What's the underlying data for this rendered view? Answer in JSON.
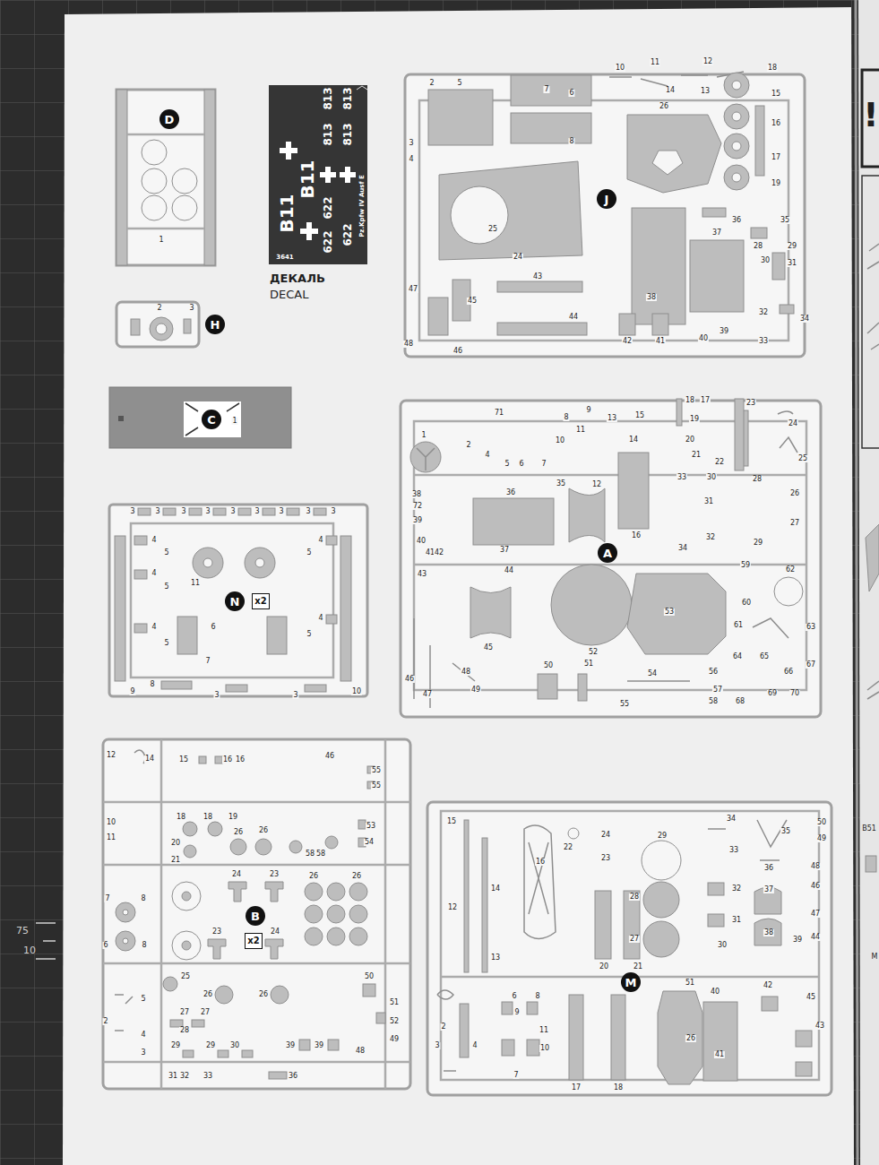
{
  "diagram": {
    "nodes": [
      {
        "text": [
          "D"
        ]
      },
      {
        "text": [
          "B11",
          "B11",
          "813",
          "813",
          "813",
          "813",
          "622",
          "622",
          "622",
          "3641",
          "Pz.Kpfw IV Ausf E"
        ]
      },
      {
        "text": [
          "H"
        ]
      },
      {
        "text": [
          "C"
        ]
      },
      {
        "text": [
          "N"
        ]
      },
      {
        "text": [
          "x2"
        ]
      },
      {
        "text": [
          "J"
        ]
      },
      {
        "text": [
          "A"
        ]
      },
      {
        "text": [
          "B"
        ]
      },
      {
        "text": [
          "x2"
        ]
      },
      {
        "text": [
          "M"
        ]
      }
    ],
    "labels": [
      "ДЕКАЛЬ",
      "DECAL",
      "!",
      "75",
      "10",
      "B51",
      "M",
      "1",
      "2",
      "3",
      "1",
      "3",
      "3",
      "3",
      "3",
      "3",
      "3",
      "3",
      "3",
      "3",
      "4",
      "5",
      "4",
      "5",
      "4",
      "5",
      "4",
      "5",
      "4",
      "5",
      "11",
      "7",
      "6",
      "9",
      "8",
      "10",
      "3",
      "3",
      "2",
      "5",
      "3",
      "4",
      "7",
      "6",
      "8",
      "10",
      "11",
      "12",
      "13",
      "14",
      "18",
      "15",
      "16",
      "17",
      "19",
      "26",
      "25",
      "24",
      "43",
      "44",
      "47",
      "45",
      "48",
      "46",
      "42",
      "41",
      "38",
      "37",
      "36",
      "35",
      "28",
      "29",
      "30",
      "31",
      "32",
      "34",
      "40",
      "39",
      "33",
      "1",
      "2",
      "71",
      "4",
      "5",
      "6",
      "7",
      "8",
      "9",
      "10",
      "11",
      "13",
      "15",
      "14",
      "18",
      "17",
      "19",
      "20",
      "21",
      "22",
      "23",
      "24",
      "25",
      "26",
      "27",
      "28",
      "29",
      "30",
      "31",
      "32",
      "33",
      "34",
      "12",
      "16",
      "35",
      "36",
      "37",
      "38",
      "72",
      "39",
      "40",
      "41",
      "42",
      "43",
      "44",
      "45",
      "52",
      "53",
      "59",
      "60",
      "61",
      "62",
      "63",
      "64",
      "65",
      "66",
      "67",
      "68",
      "69",
      "70",
      "46",
      "47",
      "48",
      "49",
      "50",
      "51",
      "54",
      "55",
      "56",
      "57",
      "58",
      "12",
      "14",
      "15",
      "16",
      "16",
      "46",
      "55",
      "55",
      "53",
      "54",
      "18",
      "18",
      "19",
      "20",
      "21",
      "26",
      "26",
      "58",
      "58",
      "7",
      "8",
      "24",
      "23",
      "23",
      "24",
      "26",
      "26",
      "6",
      "8",
      "25",
      "26",
      "26",
      "27",
      "27",
      "28",
      "29",
      "29",
      "30",
      "39",
      "39",
      "50",
      "51",
      "52",
      "49",
      "48",
      "31",
      "32",
      "33",
      "36",
      "10",
      "11",
      "2",
      "5",
      "4",
      "3",
      "15",
      "12",
      "14",
      "13",
      "16",
      "22",
      "24",
      "23",
      "29",
      "28",
      "27",
      "20",
      "21",
      "34",
      "33",
      "35",
      "36",
      "32",
      "31",
      "30",
      "37",
      "38",
      "39",
      "50",
      "49",
      "48",
      "46",
      "47",
      "44",
      "51",
      "40",
      "42",
      "45",
      "43",
      "26",
      "41",
      "2",
      "3",
      "4",
      "6",
      "8",
      "9",
      "11",
      "10",
      "7",
      "17",
      "18"
    ]
  }
}
